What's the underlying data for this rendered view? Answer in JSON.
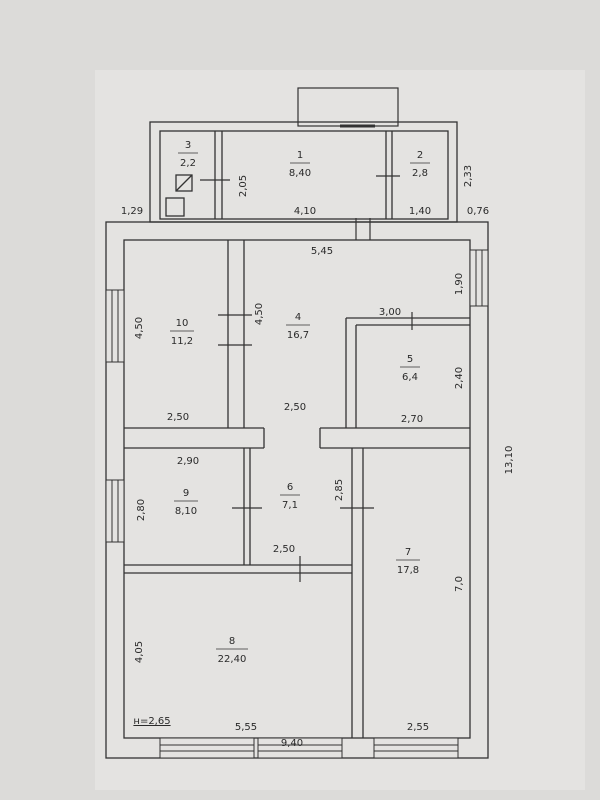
{
  "rooms": [
    {
      "num": "1",
      "area": "8,40"
    },
    {
      "num": "2",
      "area": "2,8"
    },
    {
      "num": "3",
      "area": "2,2"
    },
    {
      "num": "4",
      "area": "16,7"
    },
    {
      "num": "5",
      "area": "6,4"
    },
    {
      "num": "6",
      "area": "7,1"
    },
    {
      "num": "7",
      "area": "17,8"
    },
    {
      "num": "8",
      "area": "22,40"
    },
    {
      "num": "9",
      "area": "8,10"
    },
    {
      "num": "10",
      "area": "11,2"
    }
  ],
  "dims": {
    "d_129": "1,29",
    "d_410": "4,10",
    "d_140": "1,40",
    "d_076": "0,76",
    "d_233": "2,33",
    "d_205": "2,05",
    "d_545": "5,45",
    "d_190": "1,90",
    "d_300": "3,00",
    "d_450_left": "4,50",
    "d_450_mid": "4,50",
    "d_240": "2,40",
    "d_250_a": "2,50",
    "d_250_b": "2,50",
    "d_270": "2,70",
    "d_290": "2,90",
    "d_280": "2,80",
    "d_285": "2,85",
    "d_1310": "13,10",
    "d_250_c": "2,50",
    "d_70": "7,0",
    "d_405": "4,05",
    "d_555": "5,55",
    "d_255": "2,55",
    "d_940": "9,40",
    "height": "н=2,65"
  }
}
